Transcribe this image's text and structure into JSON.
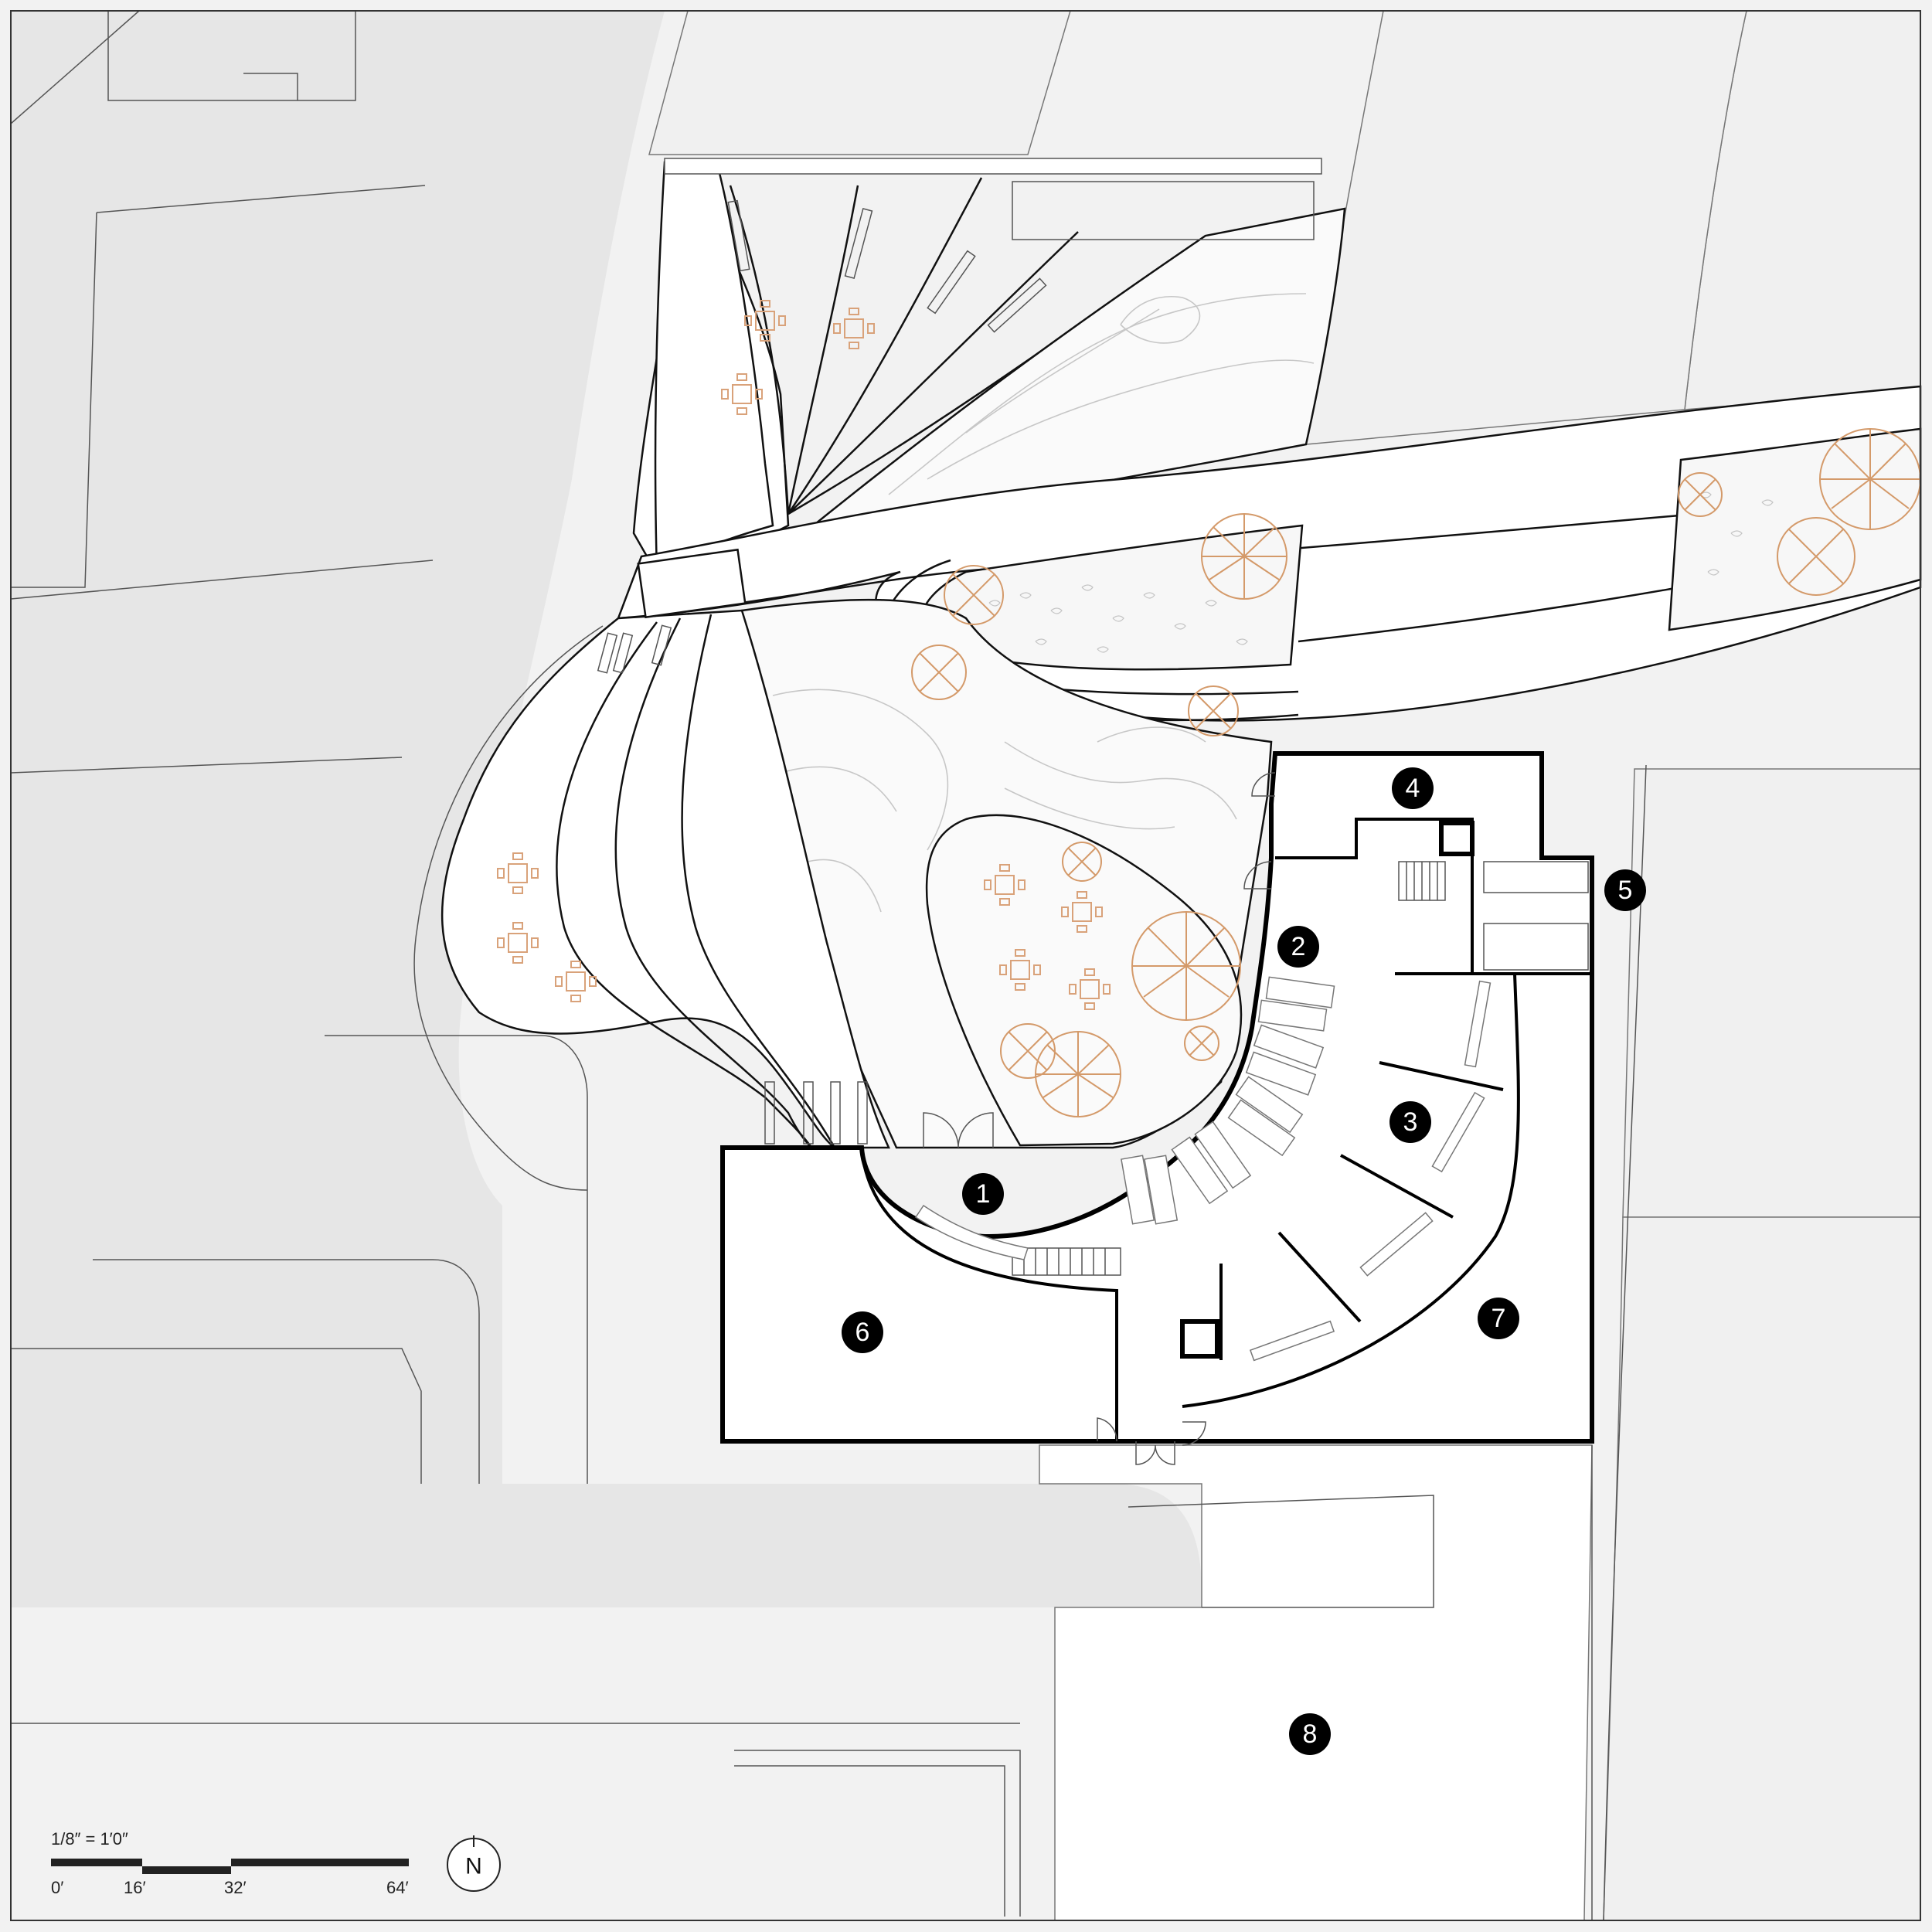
{
  "room_markers": [
    {
      "number": "1"
    },
    {
      "number": "2"
    },
    {
      "number": "3"
    },
    {
      "number": "4"
    },
    {
      "number": "5"
    },
    {
      "number": "6"
    },
    {
      "number": "7"
    },
    {
      "number": "8"
    }
  ],
  "scale_bar": {
    "ratio": "1/8″ = 1′0″",
    "ticks": [
      "0′",
      "16′",
      "32′",
      "64′"
    ]
  },
  "north_arrow": {
    "label": "N"
  },
  "colors": {
    "ground": "#f2f2f2",
    "concrete": "#e6e6e6",
    "landscape_accent": "#d49a6a",
    "wall": "#000000"
  }
}
